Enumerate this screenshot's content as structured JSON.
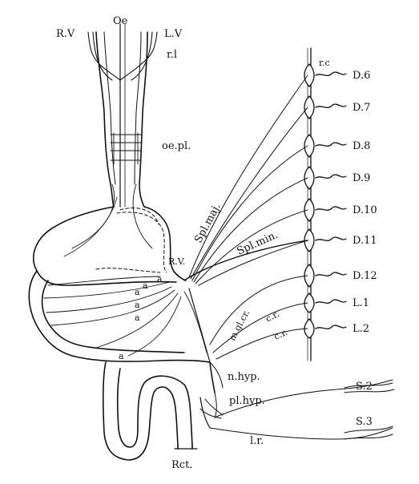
{
  "diagram": {
    "labels": {
      "oe": "Oe",
      "rv_vagus": "R.V",
      "lv_vagus": "L.V",
      "rl": "r.l",
      "oe_pl": "oe.pl.",
      "rc": "r.c",
      "d6": "D.6",
      "d7": "D.7",
      "d8": "D.8",
      "d9": "D.9",
      "d10": "D.10",
      "d11": "D.11",
      "d12": "D.12",
      "l1": "L.1",
      "l2": "L.2",
      "spl_maj": "Spl.maj.",
      "spl_min": "Spl.min.",
      "rv_branch": "R.V.",
      "m_gl_cr": "m.gl.cr.",
      "cr_1": "c.r.",
      "cr_2": "c.r.",
      "n_hyp": "n.hyp.",
      "pl_hyp": "pl.hyp.",
      "s2": "S.2",
      "s3": "S.3",
      "lr": "l.r.",
      "rct": "Rct.",
      "a_top_1": "a",
      "a_top_2": "a",
      "a_mid_1": "a",
      "a_mid_2": "a",
      "a_mid_3": "a",
      "a_low": "a"
    }
  }
}
